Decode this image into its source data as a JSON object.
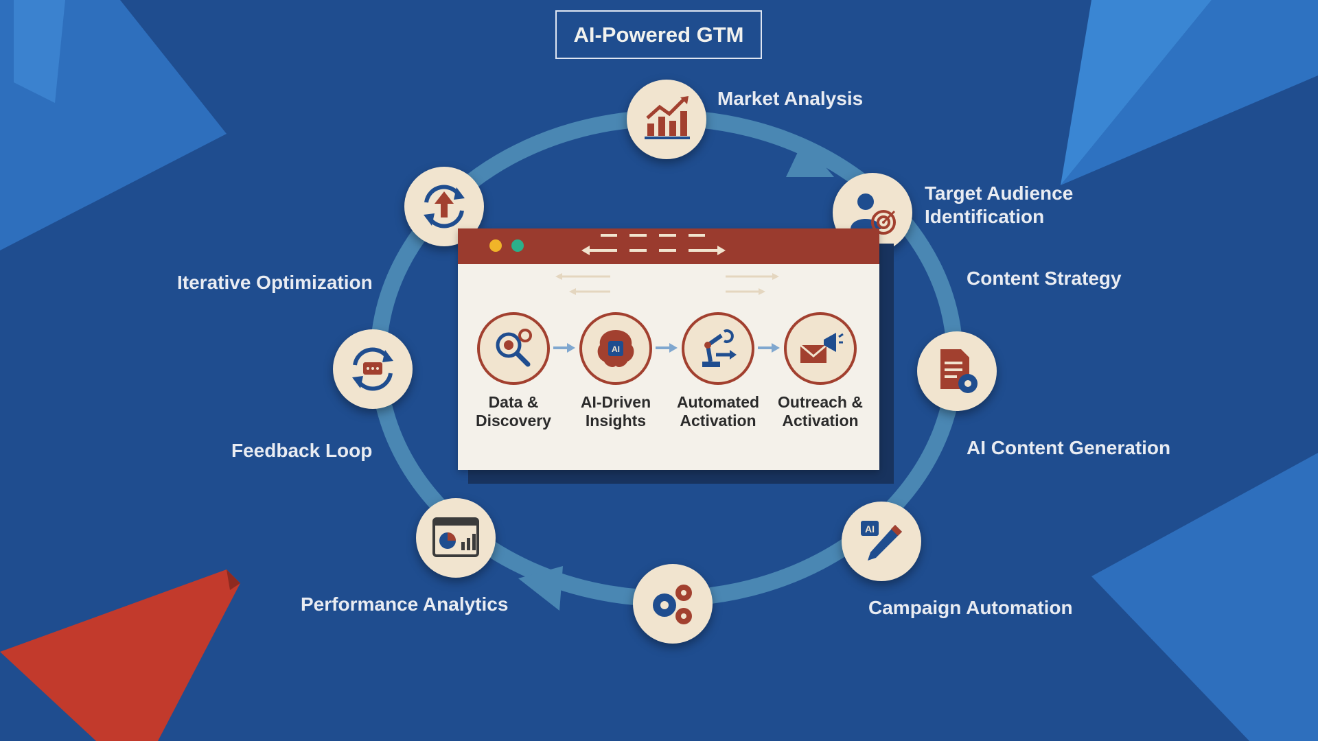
{
  "title": "AI-Powered GTM",
  "cycle_labels": {
    "market_analysis": "Market Analysis",
    "target_audience": [
      "Target Audience",
      "Identification"
    ],
    "content_strategy": "Content Strategy",
    "ai_content_generation": "AI Content Generation",
    "campaign_automation": "Campaign Automation",
    "performance_analytics": "Performance Analytics",
    "feedback_loop": "Feedback Loop",
    "iterative_optimization": "Iterative Optimization"
  },
  "panel": {
    "steps": [
      {
        "line1": "Data &",
        "line2": "Discovery",
        "icon": "magnifier-gear-icon"
      },
      {
        "line1": "AI-Driven",
        "line2": "Insights",
        "icon": "ai-brain-icon"
      },
      {
        "line1": "Automated",
        "line2": "Activation",
        "icon": "robot-arm-icon"
      },
      {
        "line1": "Outreach &",
        "line2": "Activation",
        "icon": "envelope-megaphone-icon"
      }
    ],
    "chip_text": "AI"
  },
  "colors": {
    "background": "#1f4d8f",
    "ring": "#4a87b3",
    "node_fill": "#f1e4cf",
    "icon_red": "#a2402f",
    "icon_blue": "#1f4d8f",
    "panel_bar": "#9a3b2e"
  }
}
